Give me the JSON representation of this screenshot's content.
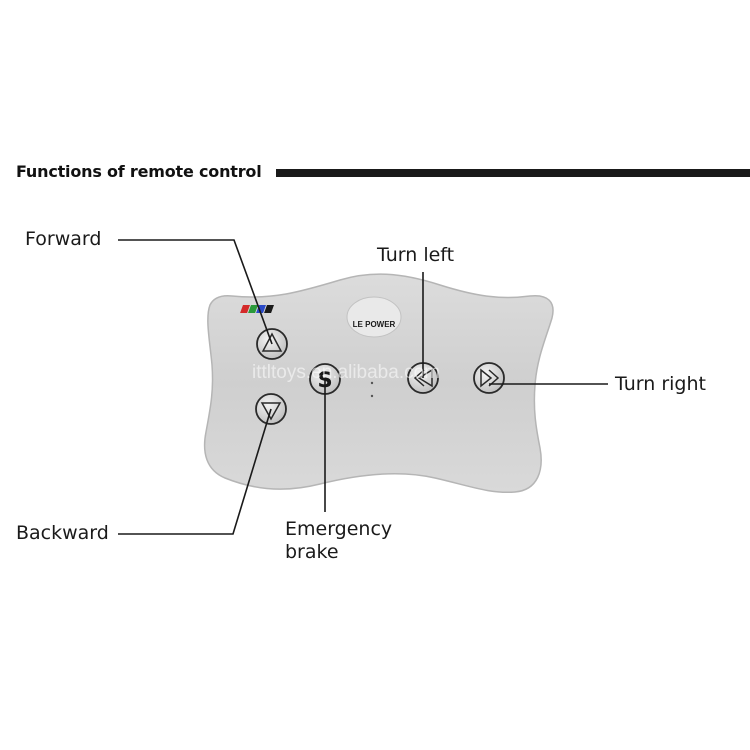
{
  "header": {
    "title": "Functions of remote control"
  },
  "remote": {
    "brand_text": "LE POWER",
    "watermark": "ittltoys.en.alibaba.com",
    "body_color": "#d4d4d4",
    "button_stroke": "#2a2a2a"
  },
  "callouts": {
    "forward": "Forward",
    "backward": "Backward",
    "turn_left": "Turn left",
    "turn_right": "Turn right",
    "brake_line1": "Emergency",
    "brake_line2": "brake"
  },
  "icons": {
    "forward": "up-triangle-icon",
    "backward": "down-triangle-icon",
    "brake": "s-letter-icon",
    "turn_left": "left-arrow-icon",
    "turn_right": "right-double-arrow-icon",
    "logo": "color-stripe-logo"
  }
}
